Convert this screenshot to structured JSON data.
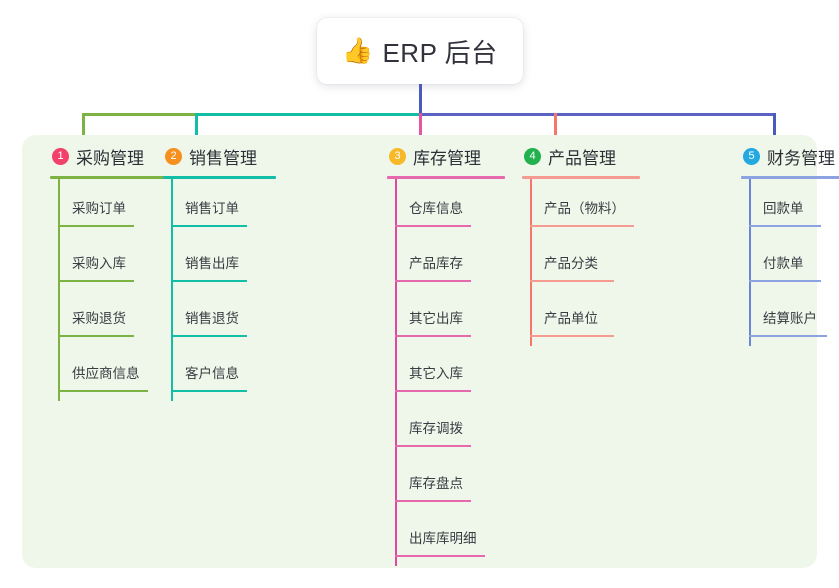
{
  "title": {
    "icon": "thumbs-up-icon",
    "emoji": "👍",
    "text": "ERP 后台"
  },
  "palette": {
    "page_background": "#ffffff",
    "panel_background": "#eef7e9",
    "card_background": "#ffffff",
    "text": "#2f2f38",
    "trunk_blue": "#4a5bc0",
    "bus_green": "#7cb342",
    "bus_teal": "#12bfa6",
    "bus_blue": "#5b62c4"
  },
  "columns": [
    {
      "number": "1",
      "label": "采购管理",
      "badge_color": "#f2426b",
      "line_color": "#7cb342",
      "rule_color": "#7cb342",
      "drop_color": "#7cb342",
      "head_rule_width": 120,
      "items": [
        {
          "label": "采购订单",
          "rule_width": 76
        },
        {
          "label": "采购入库",
          "rule_width": 76
        },
        {
          "label": "采购退货",
          "rule_width": 76
        },
        {
          "label": "供应商信息",
          "rule_width": 90
        }
      ]
    },
    {
      "number": "2",
      "label": "销售管理",
      "badge_color": "#f6901e",
      "line_color": "#12bfa6",
      "rule_color": "#12bfa6",
      "drop_color": "#12bfa6",
      "head_rule_width": 113,
      "items": [
        {
          "label": "销售订单",
          "rule_width": 76
        },
        {
          "label": "销售出库",
          "rule_width": 76
        },
        {
          "label": "销售退货",
          "rule_width": 76
        },
        {
          "label": "客户信息",
          "rule_width": 76
        }
      ]
    },
    {
      "number": "3",
      "label": "库存管理",
      "badge_color": "#f7b928",
      "line_color": "#e0479e",
      "rule_color": "#e668ad",
      "drop_color": "#e8559f",
      "head_rule_width": 118,
      "items": [
        {
          "label": "仓库信息",
          "rule_width": 76
        },
        {
          "label": "产品库存",
          "rule_width": 76
        },
        {
          "label": "其它出库",
          "rule_width": 76
        },
        {
          "label": "其它入库",
          "rule_width": 76
        },
        {
          "label": "库存调拨",
          "rule_width": 76
        },
        {
          "label": "库存盘点",
          "rule_width": 76
        },
        {
          "label": "出库库明细",
          "rule_width": 90
        }
      ]
    },
    {
      "number": "4",
      "label": "产品管理",
      "badge_color": "#22b14c",
      "line_color": "#f4776a",
      "rule_color": "#f59b91",
      "drop_color": "#f4776a",
      "head_rule_width": 118,
      "items": [
        {
          "label": "产品（物料）",
          "rule_width": 104
        },
        {
          "label": "产品分类",
          "rule_width": 84
        },
        {
          "label": "产品单位",
          "rule_width": 84
        }
      ]
    },
    {
      "number": "5",
      "label": "财务管理",
      "badge_color": "#23a8e0",
      "line_color": "#6c84d8",
      "rule_color": "#8ba3e0",
      "drop_color": "#4a5bc0",
      "head_rule_width": 118,
      "items": [
        {
          "label": "回款单",
          "rule_width": 72
        },
        {
          "label": "付款单",
          "rule_width": 72
        },
        {
          "label": "结算账户",
          "rule_width": 78
        }
      ]
    }
  ]
}
